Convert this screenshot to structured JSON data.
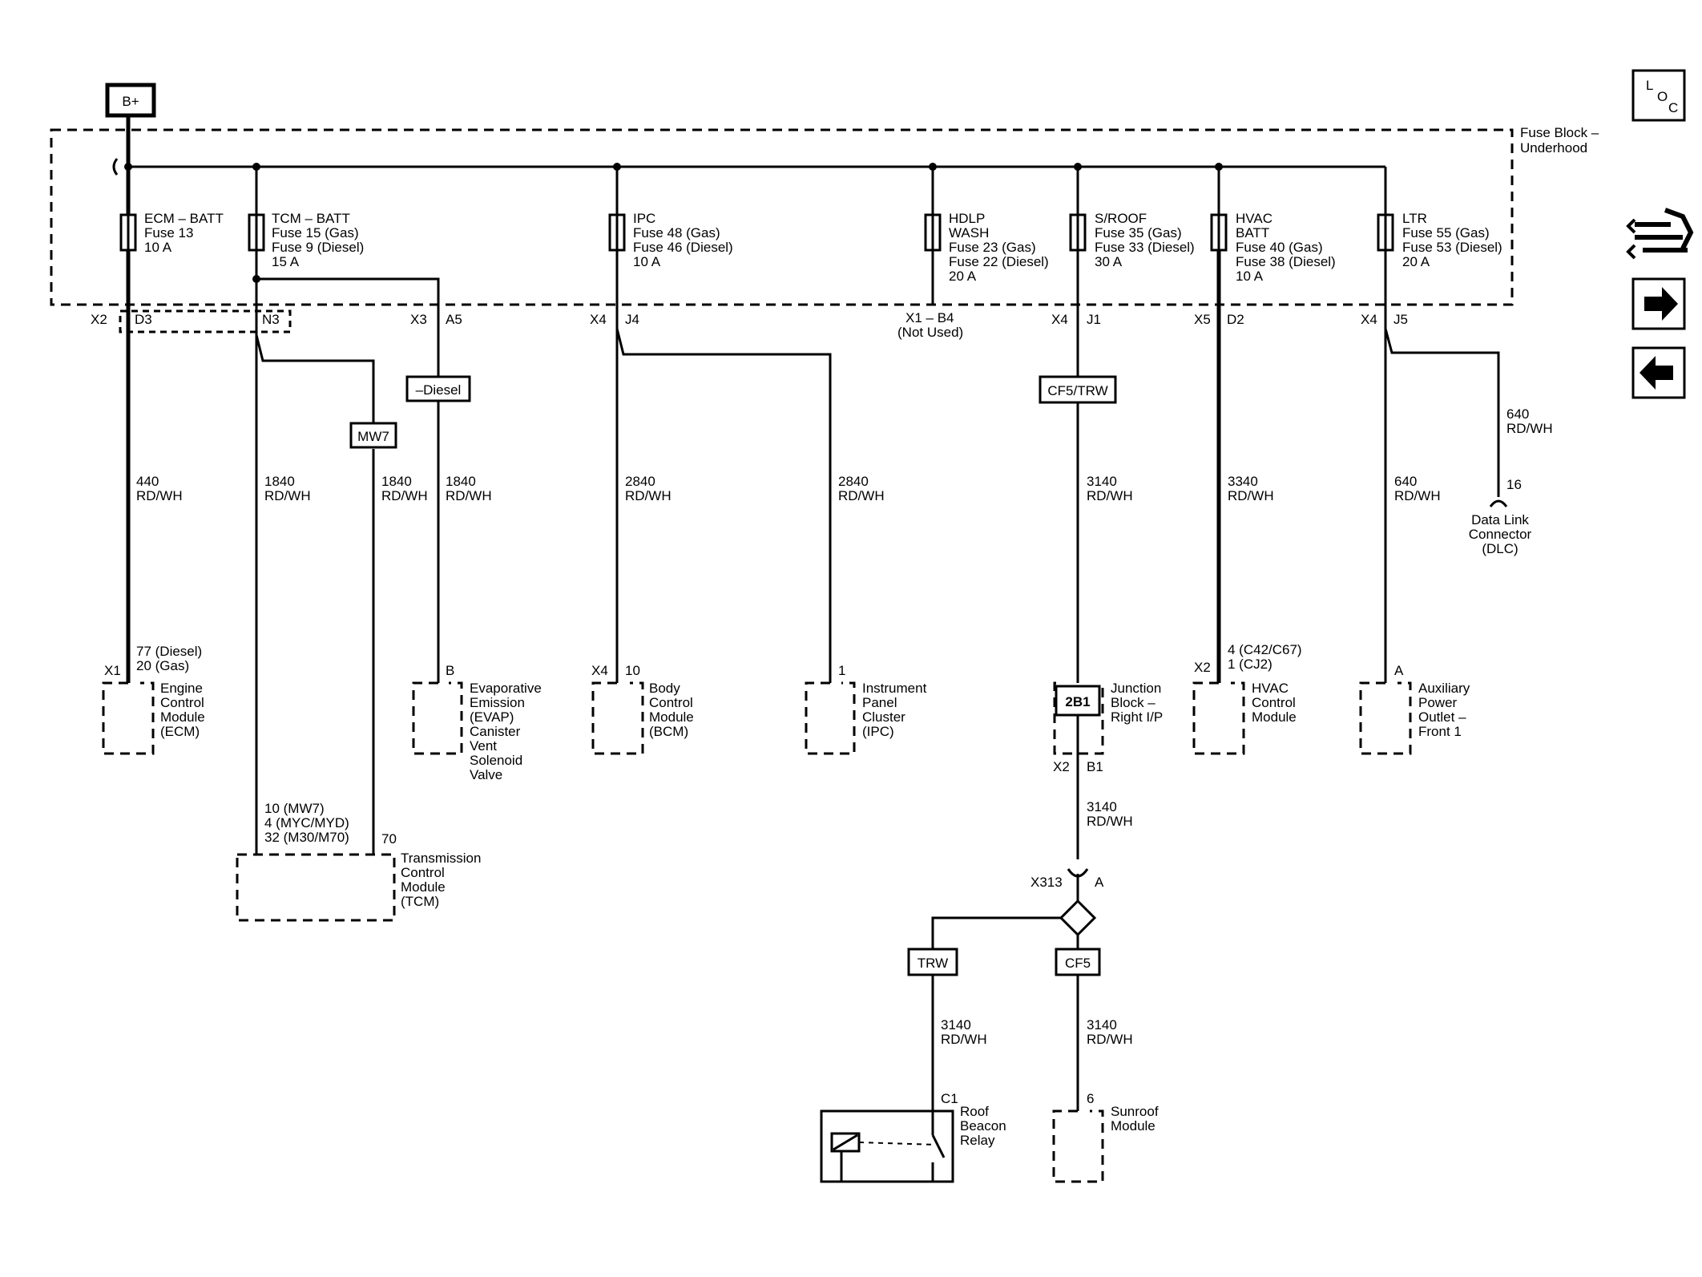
{
  "supply": {
    "label": "B+"
  },
  "fuse_block": {
    "label_line1": "Fuse Block –",
    "label_line2": "Underhood"
  },
  "fuses": [
    {
      "lines": [
        "ECM – BATT",
        "Fuse 13",
        "10 A"
      ]
    },
    {
      "lines": [
        "TCM – BATT",
        "Fuse 15 (Gas)",
        "Fuse 9 (Diesel)",
        "15 A"
      ]
    },
    {
      "lines": [
        "IPC",
        "Fuse 48 (Gas)",
        "Fuse 46 (Diesel)",
        "10 A"
      ]
    },
    {
      "lines": [
        "HDLP",
        "WASH",
        "Fuse 23 (Gas)",
        "Fuse 22 (Diesel)",
        "20 A"
      ]
    },
    {
      "lines": [
        "S/ROOF",
        "Fuse 35 (Gas)",
        "Fuse 33 (Diesel)",
        "30 A"
      ]
    },
    {
      "lines": [
        "HVAC",
        "BATT",
        "Fuse 40 (Gas)",
        "Fuse 38 (Diesel)",
        "10 A"
      ]
    },
    {
      "lines": [
        "LTR",
        "Fuse 55 (Gas)",
        "Fuse 53 (Diesel)",
        "20 A"
      ]
    }
  ],
  "pins": {
    "x2": "X2",
    "d3": "D3",
    "n3": "N3",
    "x3": "X3",
    "a5": "A5",
    "x4a": "X4",
    "j4": "J4",
    "x1b4": "X1 – B4",
    "not_used": "(Not Used)",
    "x4b": "X4",
    "j1": "J1",
    "x5": "X5",
    "d2": "D2",
    "x4c": "X4",
    "j5": "J5"
  },
  "option_boxes": {
    "diesel": "–Diesel",
    "mw7": "MW7",
    "cf5trw": "CF5/TRW",
    "trw": "TRW",
    "cf5": "CF5",
    "jb_pin": "2B1"
  },
  "wires": {
    "w440": [
      "440",
      "RD/WH"
    ],
    "w1840a": [
      "1840",
      "RD/WH"
    ],
    "w1840b": [
      "1840",
      "RD/WH"
    ],
    "w1840c": [
      "1840",
      "RD/WH"
    ],
    "w2840a": [
      "2840",
      "RD/WH"
    ],
    "w2840b": [
      "2840",
      "RD/WH"
    ],
    "w3140a": [
      "3140",
      "RD/WH"
    ],
    "w3340": [
      "3340",
      "RD/WH"
    ],
    "w640a": [
      "640",
      "RD/WH"
    ],
    "w640b": [
      "640",
      "RD/WH"
    ],
    "w3140b": [
      "3140",
      "RD/WH"
    ],
    "w3140c": [
      "3140",
      "RD/WH"
    ],
    "w3140d": [
      "3140",
      "RD/WH"
    ]
  },
  "components": {
    "ecm": {
      "pin_lines": [
        "77 (Diesel)",
        "20 (Gas)"
      ],
      "conn": "X1",
      "name": [
        "Engine",
        "Control",
        "Module",
        "(ECM)"
      ]
    },
    "evap": {
      "pin": "B",
      "name": [
        "Evaporative",
        "Emission",
        "(EVAP)",
        "Canister",
        "Vent",
        "Solenoid",
        "Valve"
      ]
    },
    "bcm": {
      "conn": "X4",
      "pin": "10",
      "name": [
        "Body",
        "Control",
        "Module",
        "(BCM)"
      ]
    },
    "ipc": {
      "pin": "1",
      "name": [
        "Instrument",
        "Panel",
        "Cluster",
        "(IPC)"
      ]
    },
    "junction": {
      "name": [
        "Junction",
        "Block –",
        "Right I/P"
      ],
      "conn": "X2",
      "pin": "B1"
    },
    "hvac": {
      "pin_lines": [
        "4 (C42/C67)",
        "1 (CJ2)"
      ],
      "conn": "X2",
      "name": [
        "HVAC",
        "Control",
        "Module"
      ]
    },
    "aux": {
      "pin": "A",
      "name": [
        "Auxiliary",
        "Power",
        "Outlet –",
        "Front 1"
      ]
    },
    "dlc": {
      "pin": "16",
      "name": [
        "Data Link",
        "Connector",
        "(DLC)"
      ]
    },
    "tcm": {
      "pin_lines": [
        "10 (MW7)",
        "4 (MYC/MYD)",
        "32 (M30/M70)"
      ],
      "pin2": "70",
      "name": [
        "Transmission",
        "Control",
        "Module",
        "(TCM)"
      ]
    },
    "x313": {
      "conn": "X313",
      "pin": "A"
    },
    "relay": {
      "pin": "C1",
      "name": [
        "Roof",
        "Beacon",
        "Relay"
      ]
    },
    "sunroof": {
      "pin": "6",
      "name": [
        "Sunroof",
        "Module"
      ]
    }
  },
  "nav": {
    "loc_l": "L",
    "loc_o": "O",
    "loc_c": "C"
  }
}
